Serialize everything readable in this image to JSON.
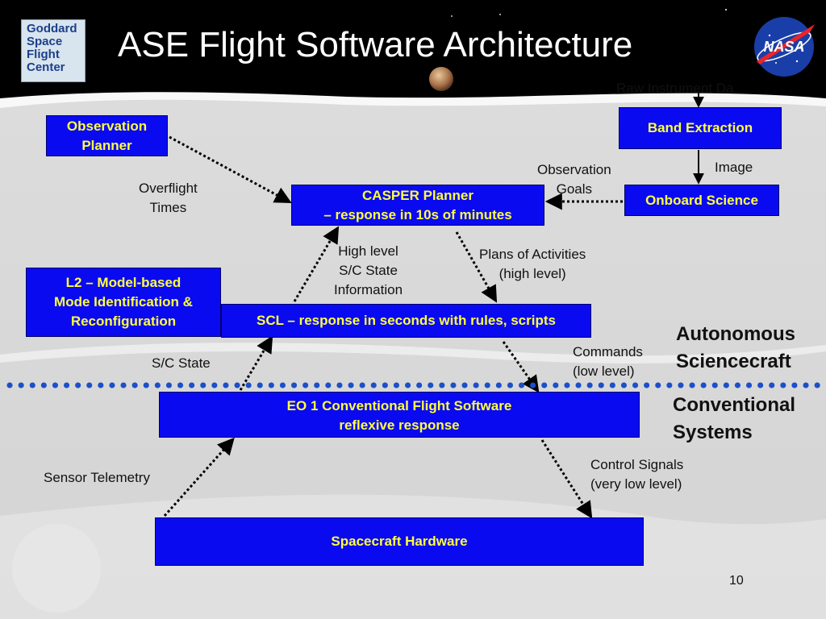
{
  "slide": {
    "title": "ASE Flight Software Architecture",
    "page_number": "10",
    "logo_text": [
      "Goddard",
      "Space",
      "Flight",
      "Center"
    ],
    "nasa_logo_text": "NASA"
  },
  "boxes": {
    "observation_planner": [
      "Observation",
      "Planner"
    ],
    "band_extraction": [
      "Band Extraction"
    ],
    "casper_planner": [
      "CASPER Planner",
      "– response in 10s of minutes"
    ],
    "onboard_science": [
      "Onboard Science"
    ],
    "l2_mir": [
      "L2 – Model-based",
      "Mode Identification &",
      "Reconfiguration"
    ],
    "scl": [
      "SCL – response in seconds with rules, scripts"
    ],
    "eo1_fsw": [
      "EO 1 Conventional Flight Software",
      "reflexive response"
    ],
    "spacecraft_hardware": [
      "Spacecraft Hardware"
    ]
  },
  "labels": {
    "raw_instrument_data": "Raw Instrument Da",
    "image": "Image",
    "observation_goals": [
      "Observation",
      "Goals"
    ],
    "overflight_times": [
      "Overflight",
      "Times"
    ],
    "high_level_state": [
      "High level",
      "S/C State",
      "Information"
    ],
    "plans_of_activities": [
      "Plans of Activities",
      "(high level)"
    ],
    "sc_state": "S/C State",
    "commands": [
      "Commands",
      "(low level)"
    ],
    "sensor_telemetry": "Sensor Telemetry",
    "control_signals": [
      "Control Signals",
      "(very low level)"
    ]
  },
  "regions": {
    "autonomous": [
      "Autonomous",
      "Sciencecraft"
    ],
    "conventional": [
      "Conventional",
      "Systems"
    ]
  },
  "colors": {
    "box_fill": "#0a0af0",
    "box_text": "#ffff40",
    "separator_dots": "#1a50c8",
    "title_text": "#ffffff"
  }
}
